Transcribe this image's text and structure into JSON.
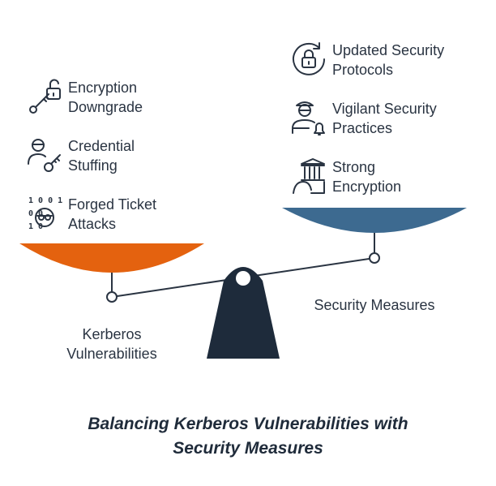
{
  "title": "Balancing Kerberos Vulnerabilities with Security Measures",
  "left_side": {
    "label": "Kerberos Vulnerabilities",
    "items": [
      {
        "text": "Encryption Downgrade",
        "icon": "broken-lock-key-icon"
      },
      {
        "text": "Credential Stuffing",
        "icon": "user-key-icon"
      },
      {
        "text": "Forged Ticket Attacks",
        "icon": "hacker-binary-icon"
      }
    ]
  },
  "right_side": {
    "label": "Security Measures",
    "items": [
      {
        "text": "Updated Security Protocols",
        "icon": "lock-refresh-icon"
      },
      {
        "text": "Vigilant Security Practices",
        "icon": "guard-bell-icon"
      },
      {
        "text": "Strong Encryption",
        "icon": "fortress-icon"
      }
    ]
  },
  "colors": {
    "left_pan": "#e4620f",
    "right_pan": "#3d6a90",
    "fulcrum": "#1e2b3b",
    "text": "#2a3442"
  }
}
